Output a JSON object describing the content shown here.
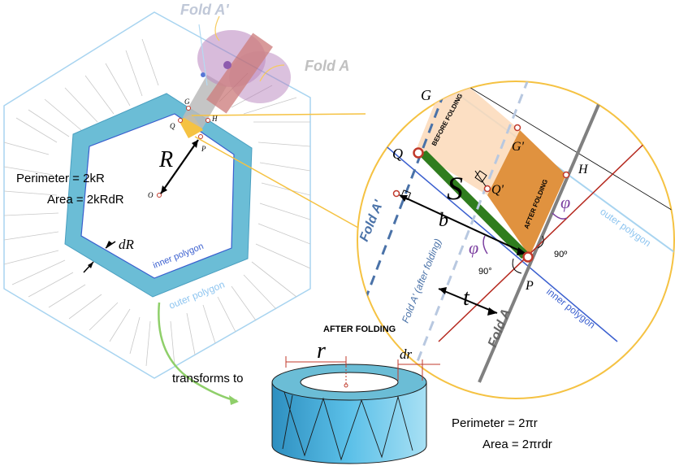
{
  "labels": {
    "fold_a_prime_top": "Fold A'",
    "fold_a_top": "Fold A",
    "g_small": "G",
    "q_small": "Q",
    "h_small": "H",
    "p_small": "P",
    "o_small": "O",
    "radius": "R",
    "perimeter_left": "Perimeter = 2kR",
    "area_left": "Area = 2kRdR",
    "dR": "dR",
    "inner_polygon_left": "inner polygon",
    "outer_polygon_left": "outer polygon",
    "transforms_to": "transforms to",
    "after_folding_title": "AFTER FOLDING",
    "r": "r",
    "dr": "dr",
    "perimeter_right": "Perimeter = 2πr",
    "area_right": "Area = 2πrdr",
    "zoom_G": "G",
    "zoom_G_prime": "G'",
    "zoom_Q": "Q",
    "zoom_Q_prime": "Q'",
    "zoom_H": "H",
    "zoom_P": "P",
    "zoom_S": "S",
    "zoom_b": "b",
    "zoom_t": "t",
    "phi": "φ",
    "angle_90_left": "90°",
    "angle_90_right": "90º",
    "before_folding": "BEFORE FOLDING",
    "after_folding_band": "AFTER FOLDING",
    "fold_a_prime_zoom": "Fold A'",
    "fold_a_prime_after": "Fold A' (after folding)",
    "fold_a_zoom": "Fold A",
    "outer_polygon_zoom": "outer polygon",
    "inner_polygon_zoom": "inner polygon"
  },
  "colors": {
    "band_blue": "#6bbdd6",
    "outer_line": "#a8d4f0",
    "zoom_circle": "#f5c242",
    "orange_dark": "#e0923f",
    "orange_light": "#fbd9b8",
    "green": "#2f7d1e",
    "red_fold": "#b5291f",
    "purple": "#7b3fa0",
    "cylinder": "#4ab0dc"
  }
}
